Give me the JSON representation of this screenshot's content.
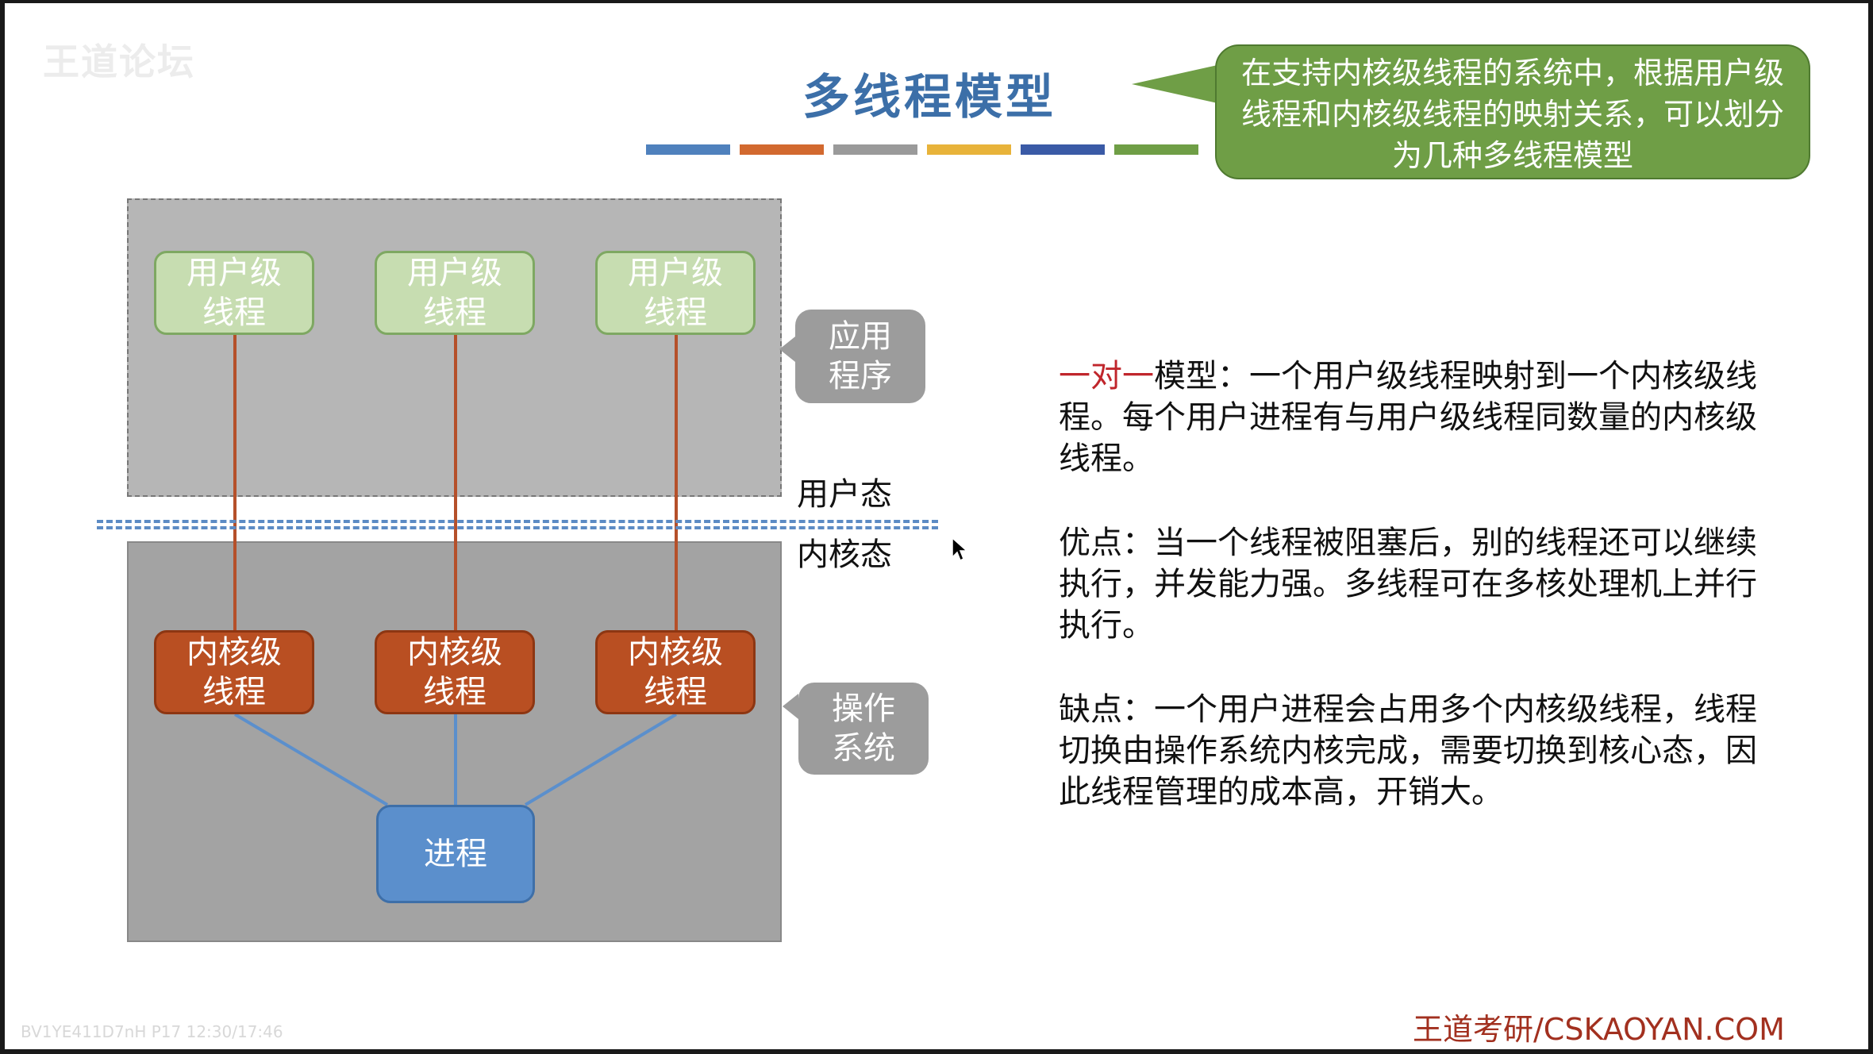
{
  "watermark": "王道论坛",
  "title": "多线程模型",
  "bubble_text": "在支持内核级线程的系统中，根据用户级线程和内核级线程的映射关系，可以划分为几种多线程模型",
  "color_bars": [
    "#4f81bd",
    "#d2692f",
    "#9a9a9a",
    "#e8b33a",
    "#3a5aa6",
    "#6f9e46"
  ],
  "nodes": {
    "user_thread": "用户级\n线程",
    "kernel_thread": "内核级\n线程",
    "process": "进程"
  },
  "callouts": {
    "app": "应用\n程序",
    "os": "操作\n系统"
  },
  "states": {
    "user": "用户态",
    "kernel": "内核态"
  },
  "desc": {
    "model_highlight": "一对一",
    "model_rest": "模型：一个用户级线程映射到一个内核级线程。每个用户进程有与用户级线程同数量的内核级线程。",
    "pros": "优点：当一个线程被阻塞后，别的线程还可以继续执行，并发能力强。多线程可在多核处理机上并行执行。",
    "cons": "缺点：一个用户进程会占用多个内核级线程，线程切换由操作系统内核完成，需要切换到核心态，因此线程管理的成本高，开销大。"
  },
  "colors": {
    "user_kernel_link": "#b5502a",
    "kernel_process_link": "#5b8fcc"
  },
  "footer": {
    "brand": "王道考研/CSKAOYAN.COM",
    "video_id": "BV1YE411D7nH P17 12:30/17:46"
  }
}
